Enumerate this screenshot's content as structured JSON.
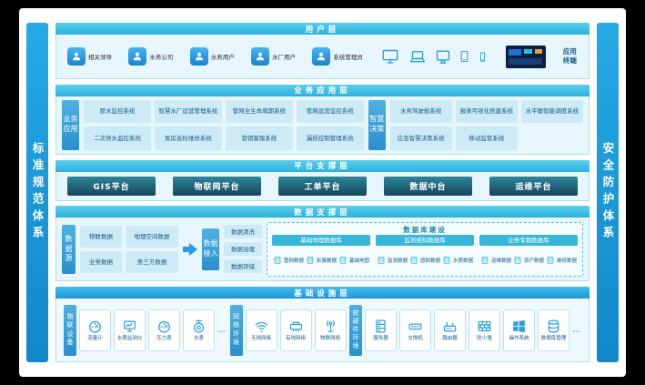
{
  "colors": {
    "accent_cyan": "#3fbee2",
    "bar_blue": "#1a9bd7",
    "box_light_blue": "#cdeaf7",
    "platform_dark": "#1d5a74"
  },
  "frame": {
    "left_bar": "标准规范体系",
    "right_bar": "安全防护体系"
  },
  "user_layer": {
    "title": "用户层",
    "users": [
      {
        "label": "相关领导",
        "icon": "user-icon"
      },
      {
        "label": "水务公司",
        "icon": "user-icon"
      },
      {
        "label": "水务用户",
        "icon": "user-icon"
      },
      {
        "label": "水厂用户",
        "icon": "user-icon"
      },
      {
        "label": "系统管理员",
        "icon": "user-icon"
      }
    ],
    "devices": [
      "monitor-icon",
      "laptop-icon",
      "desktop-icon",
      "tablet-icon",
      "phone-icon"
    ],
    "terminal_label": "应用终端"
  },
  "business_layer": {
    "title": "业务应用层",
    "groups": [
      {
        "label": "业务应用",
        "row1": [
          "原水监控系统",
          "智慧水厂运营管理系统",
          "管网全生命周期系统",
          "管网运营监控系统"
        ],
        "row2": [
          "二次供水监控系统",
          "泵房巡检维修系统",
          "营销客服系统",
          "漏损控制管理系统"
        ]
      },
      {
        "label": "智慧决策",
        "row1": [
          "水务驾驶舱系统",
          "报表可视化搭建系统",
          "水平衡智能调度系统"
        ],
        "row2": [
          "应急智慧决策系统",
          "移动监管系统"
        ]
      }
    ]
  },
  "platform_layer": {
    "title": "平台支撑层",
    "platforms": [
      "GIS平台",
      "物联网平台",
      "工单平台",
      "数据中台",
      "运维平台"
    ]
  },
  "data_layer": {
    "title": "数据支撑层",
    "source_label": "数据源",
    "sources": [
      "物联数据",
      "地理空间数据",
      "业务数据",
      "第三方数据"
    ],
    "access_label": "数据接入",
    "process": [
      "数据清洗",
      "数据治理",
      "数据存储"
    ],
    "db_section": {
      "title": "数据库建设",
      "groups": [
        {
          "name": "基础地理数据库",
          "items": [
            "管网数据",
            "影像数据",
            "基础地图"
          ]
        },
        {
          "name": "监测感知数据库",
          "items": [
            "监测数据",
            "感知数据",
            "水质数据"
          ]
        },
        {
          "name": "业务专题数据库",
          "items": [
            "运维数据",
            "资产数据",
            "维修数据"
          ]
        }
      ]
    }
  },
  "infra_layer": {
    "title": "基础设施层",
    "groups": [
      {
        "label": "物联设备",
        "items": [
          {
            "label": "流量计",
            "icon": "gauge-icon"
          },
          {
            "label": "水质监测仪",
            "icon": "monitor-device-icon"
          },
          {
            "label": "压力表",
            "icon": "gauge-icon"
          },
          {
            "label": "水表",
            "icon": "meter-icon"
          }
        ],
        "more": "…"
      },
      {
        "label": "网络环境",
        "items": [
          {
            "label": "无线网络",
            "icon": "wifi-icon"
          },
          {
            "label": "有线网络",
            "icon": "wired-network-icon"
          },
          {
            "label": "物联网络",
            "icon": "antenna-icon"
          }
        ],
        "more": ""
      },
      {
        "label": "软硬件环境",
        "items": [
          {
            "label": "服务器",
            "icon": "server-icon"
          },
          {
            "label": "交换机",
            "icon": "switch-icon"
          },
          {
            "label": "路由器",
            "icon": "router-icon"
          },
          {
            "label": "防火墙",
            "icon": "firewall-icon"
          },
          {
            "label": "操作系统",
            "icon": "windows-icon"
          },
          {
            "label": "数据库管理",
            "icon": "database-icon"
          }
        ],
        "more": "…"
      }
    ]
  }
}
